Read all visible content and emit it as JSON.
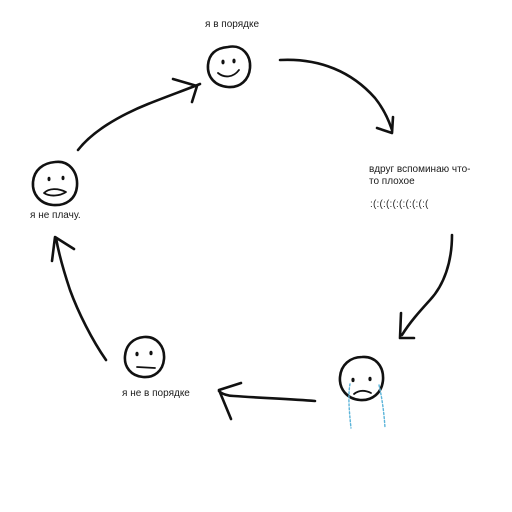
{
  "captions": {
    "top": "я в порядке",
    "right_line1": "вдруг вспоминаю что-",
    "right_line2": "то плохое",
    "right_sad": ":(:(:(:(:(:(:(:(:(",
    "bottom": "я не в порядке",
    "left": "я не плачу."
  },
  "colors": {
    "ink": "#111111",
    "tears": "#5bb4d9",
    "background": "#ffffff"
  },
  "faces": [
    {
      "id": "face-top",
      "mood": "smiling"
    },
    {
      "id": "face-right",
      "mood": "crying"
    },
    {
      "id": "face-bottom",
      "mood": "neutral"
    },
    {
      "id": "face-left",
      "mood": "grimacing"
    }
  ]
}
